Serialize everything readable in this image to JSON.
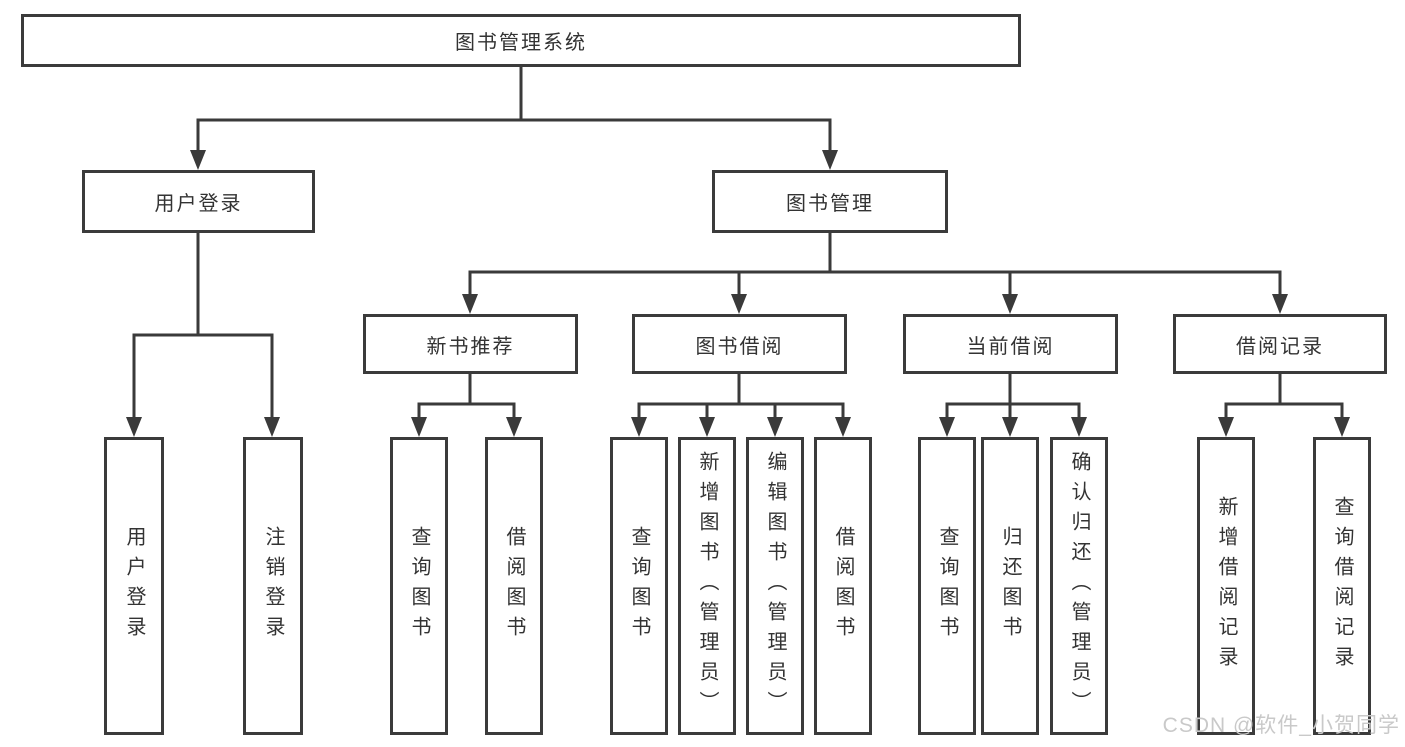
{
  "page": {
    "background": "#ffffff"
  },
  "colors": {
    "box_border": "#3b3b3b",
    "connector_line": "#3a3a3a",
    "text": "#333333",
    "watermark_text": "#c9c9c9"
  },
  "tree": {
    "root": {
      "label": "图书管理系统"
    },
    "children": [
      {
        "label": "用户登录",
        "children": [
          {
            "label": "用户登录"
          },
          {
            "label": "注销登录"
          }
        ]
      },
      {
        "label": "图书管理",
        "children": [
          {
            "label": "新书推荐",
            "children": [
              {
                "label": "查询图书"
              },
              {
                "label": "借阅图书"
              }
            ]
          },
          {
            "label": "图书借阅",
            "children": [
              {
                "label": "查询图书"
              },
              {
                "label": "新增图书（管理员）"
              },
              {
                "label": "编辑图书（管理员）"
              },
              {
                "label": "借阅图书"
              }
            ]
          },
          {
            "label": "当前借阅",
            "children": [
              {
                "label": "查询图书"
              },
              {
                "label": "归还图书"
              },
              {
                "label": "确认归还（管理员）"
              }
            ]
          },
          {
            "label": "借阅记录",
            "children": [
              {
                "label": "新增借阅记录"
              },
              {
                "label": "查询借阅记录"
              }
            ]
          }
        ]
      }
    ]
  },
  "watermark": {
    "text": "CSDN @软件_小贺同学"
  }
}
